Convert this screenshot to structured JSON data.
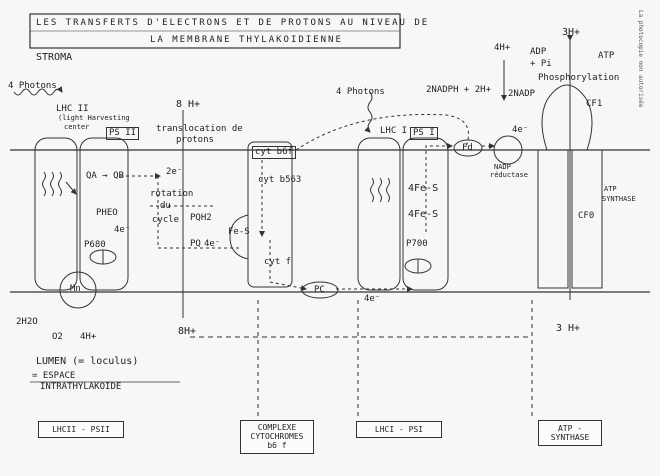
{
  "header": {
    "title_line1": "LES TRANSFERTS D'ELECTRONS ET DE PROTONS AU NIVEAU DE",
    "title_line2": "LA MEMBRANE THYLAKOIDIENNE"
  },
  "copyright": "La photocopie non autorisée",
  "regions": {
    "stroma": "STROMA",
    "lumen": "LUMEN (= loculus)",
    "espace_line1": "= ESPACE",
    "espace_line2": "INTRATHYLAKOIDE"
  },
  "complex_boxes": {
    "lhc2": "LHCII - PSII",
    "cytb6f_line1": "COMPLEXE",
    "cytb6f_line2": "CYTOCHROMES",
    "cytb6f_line3": "b6 f",
    "lhc1": "LHCI - PSI",
    "atp_line1": "ATP -",
    "atp_line2": "SYNTHASE"
  },
  "labels": {
    "photons4_left": "4 Photons",
    "lhc2_title": "LHC II",
    "lhc2_sub1": "(light Harvesting",
    "lhc2_sub2": "center",
    "ps2_tag": "PS II",
    "h8_top": "8 H+",
    "transloc1": "translocation de",
    "transloc2": "protons",
    "qa_qb": "QA → QB",
    "e2_top": "2e⁻",
    "rotation1": "rotation",
    "rotation2": "du",
    "rotation3": "cycle",
    "pqh2": "PQH2",
    "pq": "PQ",
    "pheo": "PHEO",
    "p680": "P680",
    "e4_p680": "4e⁻",
    "e4_fes": "4e⁻",
    "mn": "Mn",
    "h2o": "2H2O",
    "o2": "O2",
    "h4_bottom": "4H+",
    "h8_bottom": "8H+",
    "cytb6f_tag": "cyt b6f",
    "cytb563": "cyt b563",
    "fes_cyt": "Fe-S",
    "cytf": "cyt f",
    "pc": "PC",
    "e4_pc": "4e⁻",
    "photons4_right": "4 Photons",
    "lhc1_tag": "LHC I",
    "ps1_tag": "PS I",
    "fes_1": "4Fe-S",
    "fes_2": "4Fe-S",
    "p700": "P700",
    "fd": "Fd",
    "nadp_red1": "NADP",
    "nadp_red2": "réductase",
    "e4_fd": "4e⁻",
    "nadph_h": "2NADPH + 2H+",
    "nadp": "2NADP",
    "h4_top": "4H+",
    "adp": "ADP",
    "pi": "+ Pi",
    "atp_top": "ATP",
    "h3_top": "3H+",
    "phospho": "Phosphorylation",
    "cf1": "CF1",
    "cf0": "CF0",
    "atp_synthase1": "ATP",
    "atp_synthase2": "SYNTHASE",
    "h3_bottom": "3 H+"
  }
}
